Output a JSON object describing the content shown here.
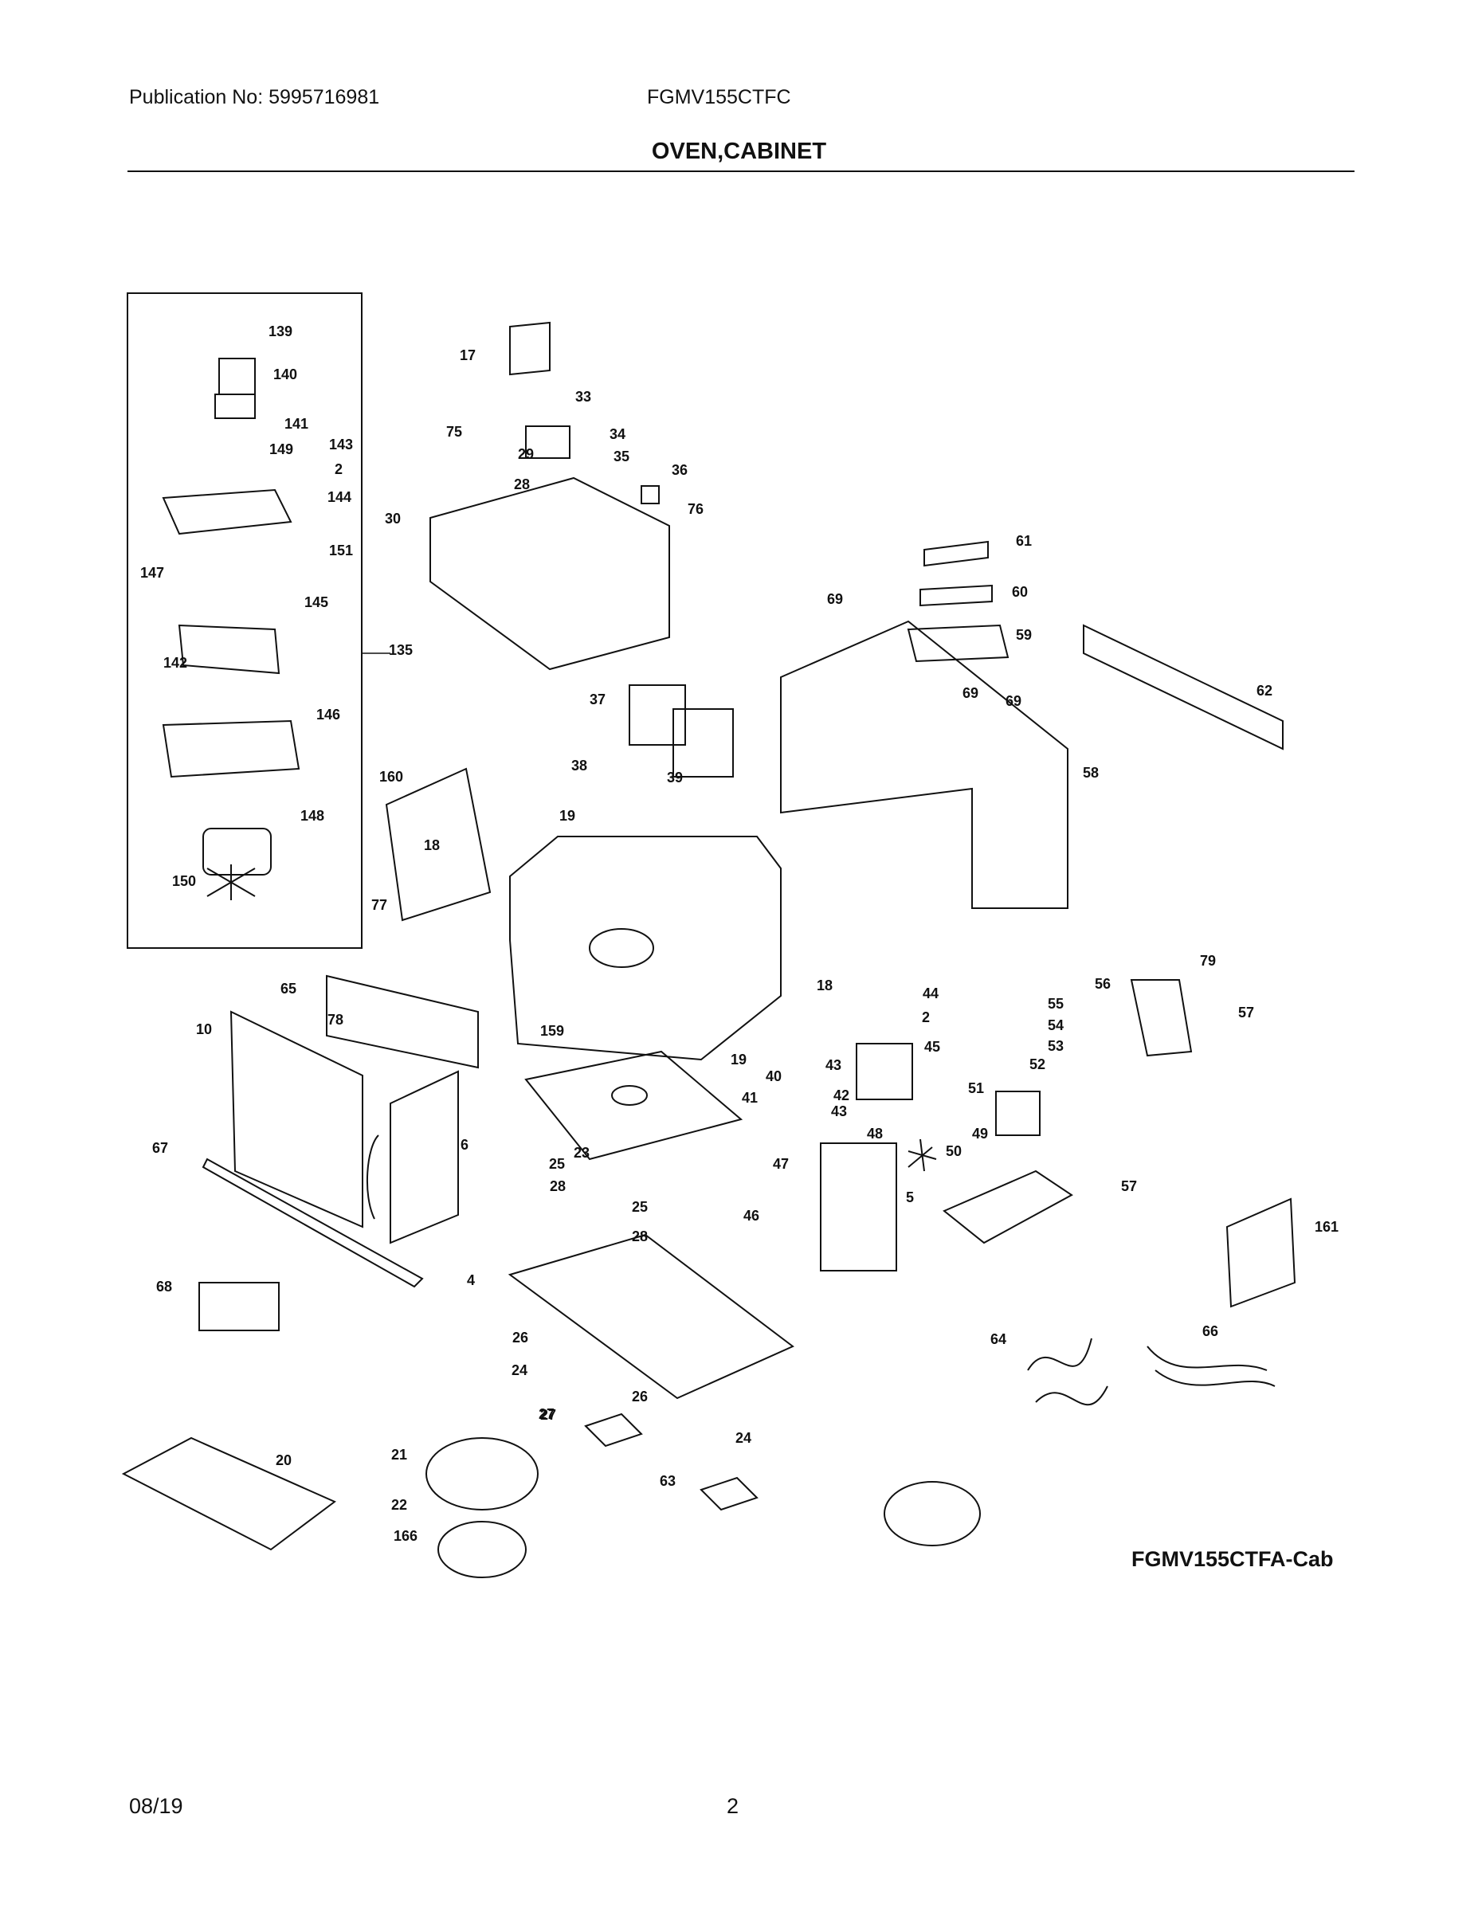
{
  "header": {
    "publication": "Publication No: 5995716981",
    "model": "FGMV155CTFC",
    "section_title": "OVEN,CABINET"
  },
  "diagram": {
    "drawing_code": "FGMV155CTFA-Cab",
    "callouts": [
      "139",
      "140",
      "141",
      "149",
      "143",
      "2",
      "144",
      "147",
      "151",
      "145",
      "135",
      "142",
      "146",
      "148",
      "150",
      "17",
      "33",
      "75",
      "34",
      "29",
      "35",
      "36",
      "28",
      "30",
      "76",
      "61",
      "60",
      "69",
      "59",
      "62",
      "37",
      "69",
      "69",
      "58",
      "38",
      "39",
      "160",
      "19",
      "18",
      "77",
      "65",
      "18",
      "10",
      "78",
      "159",
      "19",
      "44",
      "2",
      "45",
      "43",
      "40",
      "42",
      "41",
      "43",
      "79",
      "56",
      "55",
      "54",
      "57",
      "53",
      "52",
      "51",
      "6",
      "67",
      "23",
      "25",
      "28",
      "25",
      "28",
      "48",
      "49",
      "50",
      "47",
      "5",
      "57",
      "46",
      "161",
      "68",
      "4",
      "26",
      "24",
      "26",
      "27",
      "24",
      "27",
      "63",
      "64",
      "66",
      "20",
      "21",
      "22",
      "166"
    ]
  },
  "footer": {
    "date": "08/19",
    "page": "2"
  }
}
